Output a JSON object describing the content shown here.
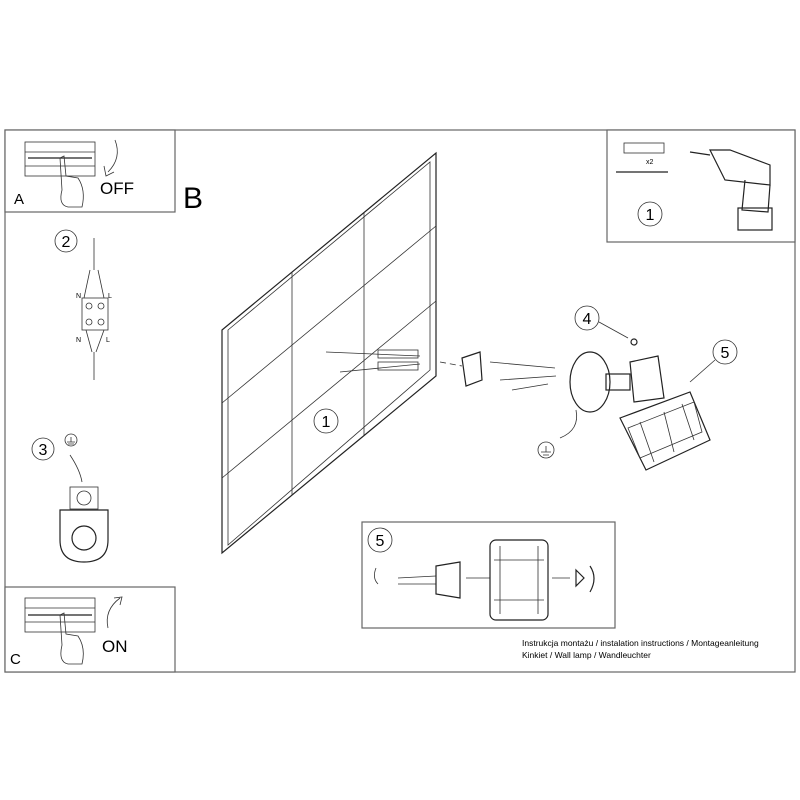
{
  "panel_a": {
    "letter": "A",
    "action": "OFF"
  },
  "panel_b": {
    "letter": "B"
  },
  "panel_c": {
    "letter": "C",
    "action": "ON"
  },
  "tools_panel": {
    "step": "1",
    "quantity": "x2"
  },
  "wiring": {
    "step": "2",
    "n_top": "N",
    "l_top": "L",
    "n_bottom": "N",
    "l_bottom": "L"
  },
  "ground": {
    "step": "3"
  },
  "main": {
    "step_1": "1",
    "step_4": "4",
    "step_5": "5"
  },
  "detail_panel": {
    "step": "5"
  },
  "footer": {
    "line1": "Instrukcja montażu / instalation instructions / Montageanleitung",
    "line2": "Kinkiet / Wall lamp / Wandleuchter"
  }
}
